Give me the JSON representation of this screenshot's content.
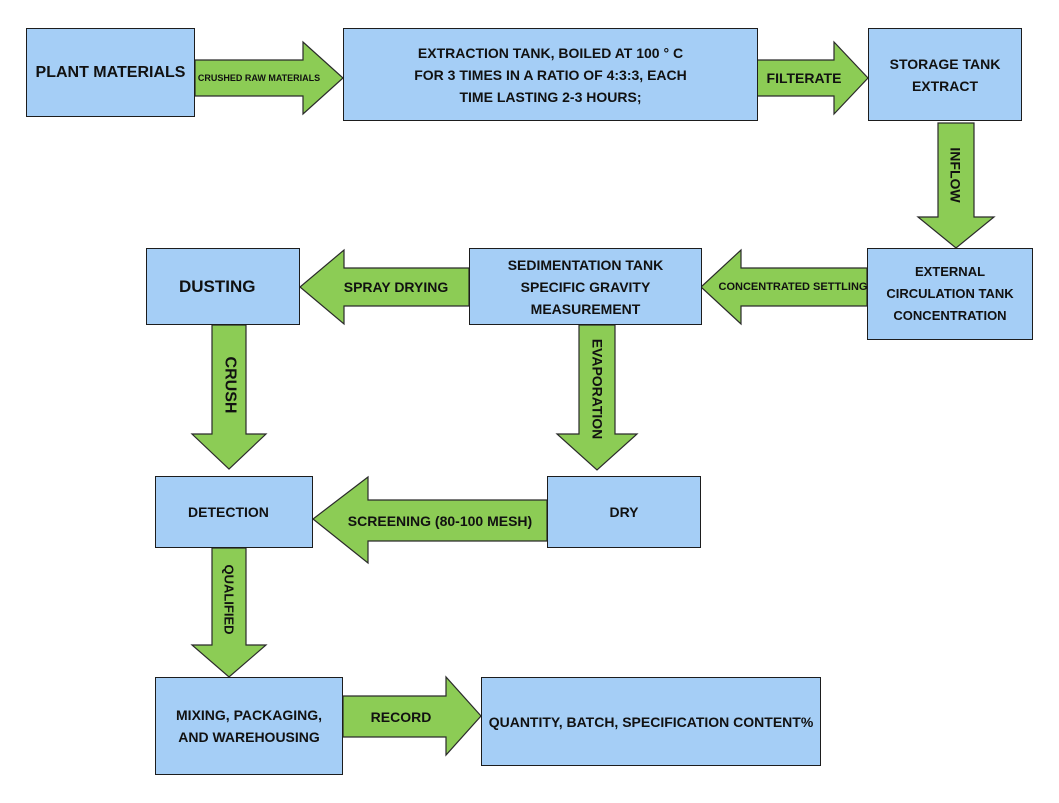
{
  "nodes": {
    "plant_materials": "PLANT MATERIALS",
    "extraction_tank": "EXTRACTION TANK, BOILED AT 100 ° C FOR 3 TIMES IN A RATIO OF 4:3:3, EACH TIME LASTING 2-3 HOURS;",
    "storage_tank": "STORAGE TANK EXTRACT",
    "external_circulation": "EXTERNAL CIRCULATION TANK CONCENTRATION",
    "sedimentation_tank": "SEDIMENTATION TANK SPECIFIC GRAVITY MEASUREMENT",
    "dusting": "DUSTING",
    "detection": "DETECTION",
    "dry": "DRY",
    "mixing": "MIXING, PACKAGING, AND WAREHOUSING",
    "quantity": "QUANTITY, BATCH, SPECIFICATION CONTENT%"
  },
  "edges": {
    "crushed_raw_materials": "CRUSHED RAW MATERIALS",
    "filterate": "FILTERATE",
    "inflow": "INFLOW",
    "concentrated_settling": "CONCENTRATED SETTLING",
    "spray_drying": "SPRAY DRYING",
    "crush": "CRUSH",
    "evaporation": "EVAPORATION",
    "screening": "SCREENING (80-100 MESH)",
    "qualified": "QUALIFIED",
    "record": "RECORD"
  },
  "colors": {
    "box_fill": "#a5cef6",
    "arrow_fill": "#8ccc55",
    "outline": "#1d1d1d"
  }
}
